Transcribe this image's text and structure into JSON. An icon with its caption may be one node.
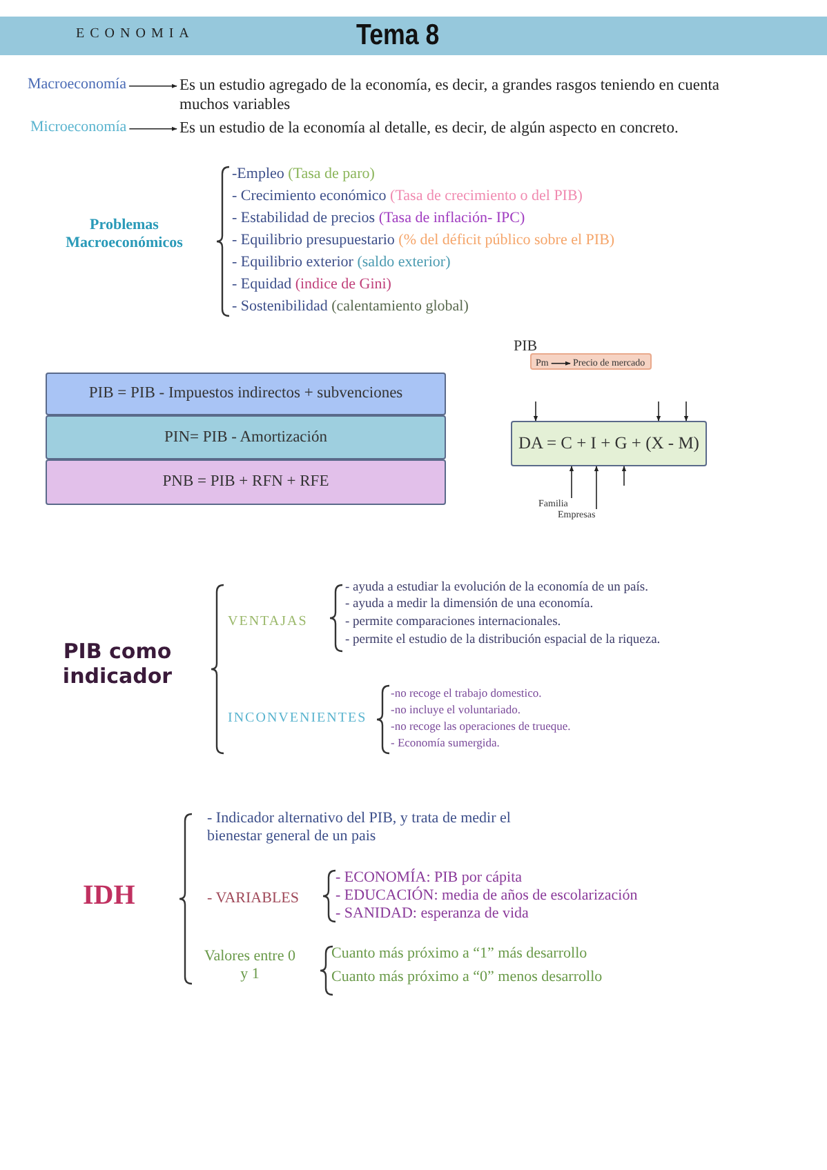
{
  "diagram": {
    "title": "Tema 8",
    "nodes": [
      {
        "text": [
          "Macroeconomía"
        ]
      },
      {
        "text": [
          "Es un estudio agregado de la economía, es decir, a grandes rasgos teniendo en cuenta muchos variables"
        ]
      },
      {
        "text": [
          "Microeconomía"
        ]
      },
      {
        "text": [
          "Es un estudio de la economía al detalle, es decir, de algún aspecto en concreto."
        ]
      },
      {
        "text": [
          "PIB = PIB - Impuestos indirectos + subvenciones"
        ]
      },
      {
        "text": [
          "PIN= PIB - Amortización"
        ]
      },
      {
        "text": [
          "PNB = PIB + RFN + RFE"
        ]
      },
      {
        "text": [],
        "shape": "box"
      },
      {
        "text": [
          "Pm"
        ],
        "in": 7
      },
      {
        "text": [
          "Precio de mercado"
        ],
        "in": 7
      },
      {
        "text": [
          "DA = C + I + G + (X - M)"
        ]
      },
      {
        "text": [
          "Familia"
        ]
      },
      {
        "text": [
          "Empresas"
        ]
      }
    ],
    "edges": [
      {
        "from": 0,
        "to": 1,
        "arrow": "to"
      },
      {
        "from": 2,
        "to": 3,
        "arrow": "to"
      },
      {
        "from": 8,
        "to": 9,
        "arrow": "to"
      },
      {
        "from": null,
        "to": 10,
        "arrow": "to"
      },
      {
        "from": null,
        "to": 10,
        "arrow": "to"
      },
      {
        "from": null,
        "to": 10,
        "arrow": "to"
      },
      {
        "from": 11,
        "to": 10,
        "arrow": "to"
      },
      {
        "from": 12,
        "to": 10,
        "arrow": "to"
      },
      {
        "from": null,
        "to": 10,
        "arrow": "to"
      }
    ],
    "labels": [
      "ECONOMIA",
      "Problemas Macroeconómicos",
      "-Empleo (Tasa de paro)",
      "- Crecimiento económico (Tasa de crecimiento o del PIB)",
      "- Estabilidad de precios (Tasa de inflación- IPC)",
      "- Equilibrio presupuestario (% del déficit público sobre el PIB)",
      "- Equilibrio exterior (saldo exterior)",
      "- Equidad (indice de Gini)",
      "- Sostenibilidad (calentamiento global)",
      "PIB",
      "PIB como indicador",
      "VENTAJAS",
      "- ayuda a estudiar la evolución de la economía de un país.",
      "- ayuda a medir la dimensión de una economía.",
      "- permite comparaciones internacionales.",
      "- permite el estudio de la distribución espacial de la riqueza.",
      "INCONVENIENTES",
      "-no recoge el trabajo domestico.",
      "-no incluye el voluntariado.",
      "-no recoge las operaciones de trueque.",
      "- Economía sumergida.",
      "IDH",
      "- Indicador alternativo del PIB, y trata de medir el bienestar general de un pais",
      "- VARIABLES",
      "- ECONOMÍA: PIB por cápita",
      "- EDUCACIÓN: media de años de escolarización",
      "- SANIDAD: esperanza de vida",
      "Valores entre 0 y 1",
      "Cuanto más próximo a “1” más desarrollo",
      "Cuanto más próximo a “0” menos desarrollo"
    ]
  }
}
